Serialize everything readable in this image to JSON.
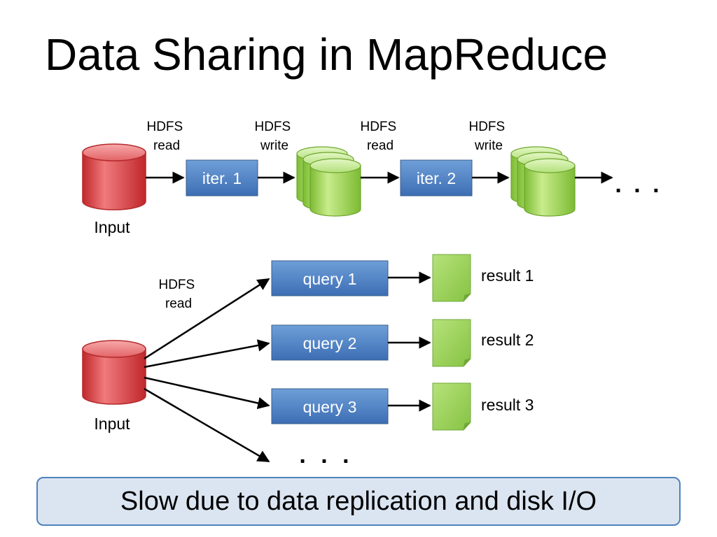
{
  "slide": {
    "title": "Data Sharing in MapReduce",
    "banner": "Slow due to data replication and disk I/O"
  },
  "iterative": {
    "labels": {
      "hdfs_read_1": [
        "HDFS",
        "read"
      ],
      "hdfs_write_1": [
        "HDFS",
        "write"
      ],
      "hdfs_read_2": [
        "HDFS",
        "read"
      ],
      "hdfs_write_2": [
        "HDFS",
        "write"
      ]
    },
    "input_label": "Input",
    "iter1": "iter. 1",
    "iter2": "iter. 2",
    "ellipsis": ". . ."
  },
  "queries": {
    "hdfs_read": [
      "HDFS",
      "read"
    ],
    "input_label": "Input",
    "query1": "query 1",
    "query2": "query 2",
    "query3": "query 3",
    "result1": "result 1",
    "result2": "result 2",
    "result3": "result 3",
    "ellipsis": ". . ."
  },
  "colors": {
    "input_cylinder": "#d9383a",
    "replica_cylinder": "#92d050",
    "process_box": "#4f81bd",
    "result_doc": "#92d050",
    "banner_fill": "#dbe5f1",
    "banner_border": "#4f81bd"
  },
  "icons": {
    "input_store": "database-cylinder-icon",
    "replicated_store": "stacked-cylinders-icon",
    "result": "document-icon"
  }
}
